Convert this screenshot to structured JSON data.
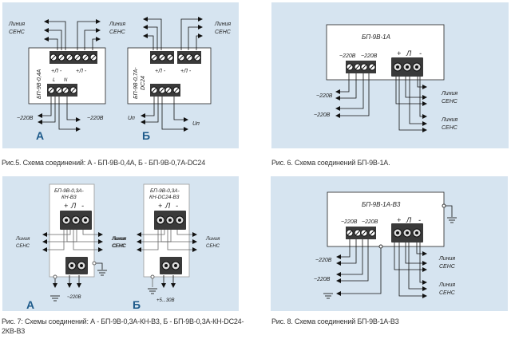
{
  "figures": {
    "fig5": {
      "caption": "Рис.5. Схема соединений: А -  БП-9В-0,4А, Б - БП-9В-0,7А-DC24",
      "a": {
        "model": "БП-9В-0,4А",
        "sens_left": [
          "Линия",
          "СЕНС"
        ],
        "sens_right": [
          "Линия",
          "СЕНС"
        ],
        "terminal_labels": [
          "+Л -",
          "+Л -"
        ],
        "power_terminals": [
          "L",
          "N"
        ],
        "input_left": "~220В",
        "input_right": "~220В",
        "letter": "А"
      },
      "b": {
        "model_line1": "БП-9В-0,7А-",
        "model_line2": "DC24",
        "sens_left": [
          "Линия",
          "СЕНС"
        ],
        "sens_right": [
          "Линия",
          "СЕНС"
        ],
        "terminal_labels": [
          "+Л -",
          "+Л -"
        ],
        "input_left": "Uп",
        "input_right": "Uп",
        "letter": "Б"
      }
    },
    "fig6": {
      "caption": "Рис. 6. Схема соединений БП-9В-1А.",
      "model": "БП-9В-1А",
      "ac_labels": [
        "~220В",
        "~220В"
      ],
      "terminal_marks": [
        "+",
        "Л",
        "-"
      ],
      "outputs": [
        "~220В",
        "~220В"
      ],
      "sens": [
        [
          "Линия",
          "СЕНС"
        ],
        [
          "Линия",
          "СЕНС"
        ]
      ]
    },
    "fig7": {
      "caption_line1": "Рис. 7: Схемы соединений: А - БП-9В-0,3А-КН-В3, Б -  БП-9В-0,3А-КН-DC24-",
      "caption_line2": "2КВ-В3",
      "a": {
        "model_line1": "БП-9В-0,3А-",
        "model_line2": "КН-В3",
        "terminal_marks": [
          "+",
          "Л",
          "-"
        ],
        "sens_left": [
          "Линия",
          "СЕНС"
        ],
        "sens_right": [
          "Линия",
          "СЕНС"
        ],
        "output": "~220В",
        "letter": "А"
      },
      "b": {
        "model_line1": "БП-9В-0,3А-",
        "model_line2": "КН-DC24-В3",
        "terminal_marks": [
          "+",
          "Л",
          "-"
        ],
        "sens_left": [
          "Линия",
          "СЕНС"
        ],
        "sens_right": [
          "Линия",
          "СЕНС"
        ],
        "output": "+5...30В",
        "letter": "Б"
      }
    },
    "fig8": {
      "caption": "Рис. 8. Схема соединений БП-9В-1А-В3",
      "model": "БП-9В-1А-В3",
      "ac_labels": [
        "~220В",
        "~220В"
      ],
      "terminal_marks": [
        "+",
        "Л",
        "-"
      ],
      "outputs": [
        "~220В",
        "~220В"
      ],
      "sens": [
        [
          "Линия",
          "СЕНС"
        ],
        [
          "Линия",
          "СЕНС"
        ]
      ]
    }
  }
}
